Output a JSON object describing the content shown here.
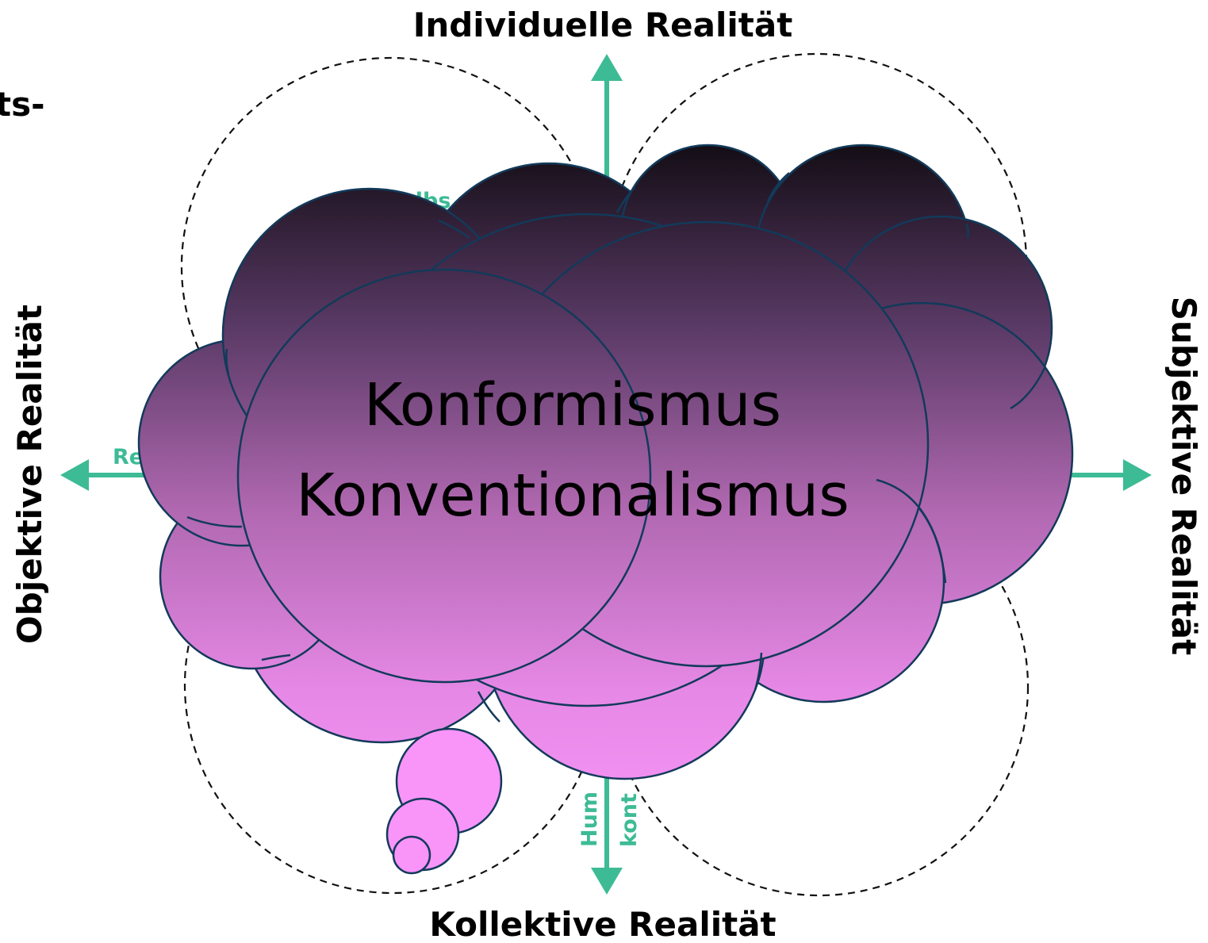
{
  "axes": {
    "top": "Individuelle Realität",
    "bottom": "Kollektive Realität",
    "left": "Objektive Realität",
    "right": "Subjektive Realität"
  },
  "partial_labels": {
    "top_left_edge": "ts-",
    "upper_left_quadrant": "Selbs",
    "left_axis": "Re",
    "bottom_axis_line1": "Hum",
    "bottom_axis_line2": "kont"
  },
  "cloud": {
    "line1": "Konformismus",
    "line2": "Konventionalismus"
  },
  "colors": {
    "arrow": "#3dbb95",
    "cloud_top": "#1a1019",
    "cloud_bottom": "#fa94fa",
    "outline": "#123a5a"
  }
}
